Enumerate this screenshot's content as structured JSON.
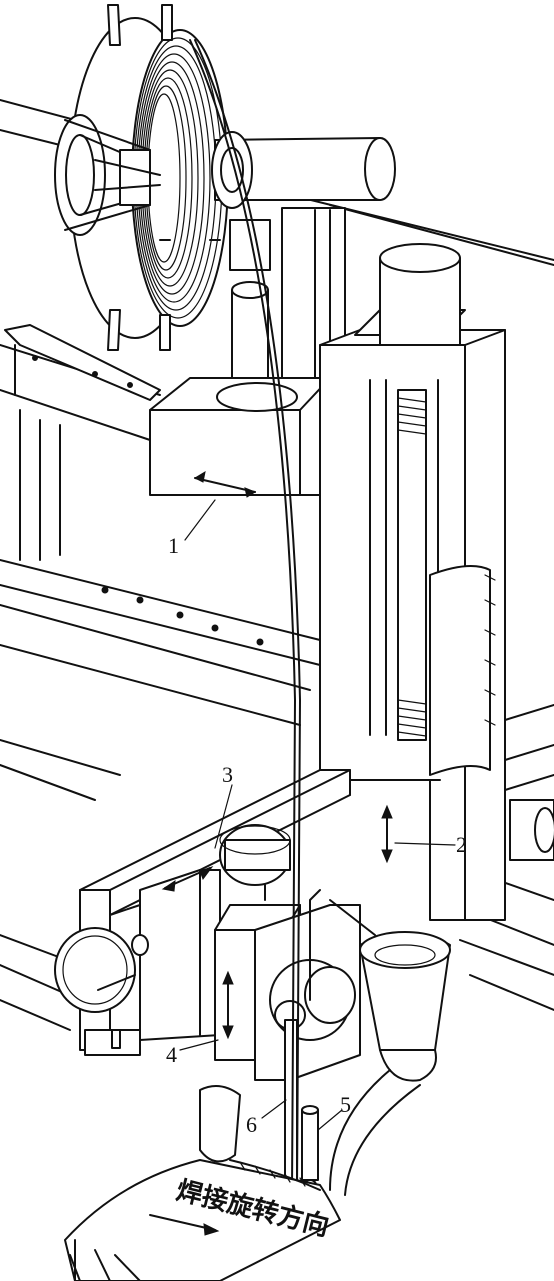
{
  "labels": {
    "l1": "1",
    "l2": "2",
    "l3": "3",
    "l4": "4",
    "l5": "5",
    "l6": "6"
  },
  "caption": "焊接旋转方向"
}
